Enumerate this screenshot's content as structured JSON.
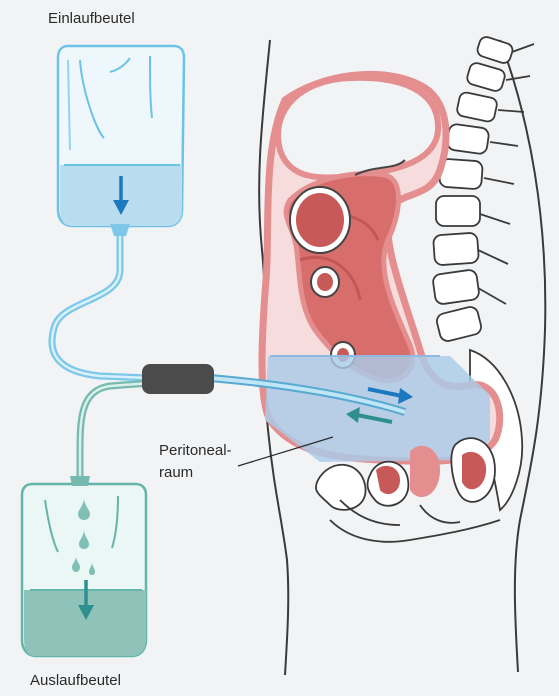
{
  "labels": {
    "inflow_bag": "Einlaufbeutel",
    "outflow_bag": "Auslaufbeutel",
    "cavity_line1": "Peritoneal-",
    "cavity_line2": "raum"
  },
  "colors": {
    "background": "#f1f3f5",
    "bag_outline": "#6cc3e6",
    "bag_fill": "#eef8fc",
    "inflow_fluid": "#b9dcef",
    "inflow_arrow": "#1c78bf",
    "outflow_outline": "#63b5a9",
    "outflow_fluid": "#8fc3b9",
    "outflow_arrow": "#2f8f8e",
    "tube_blue": "#8fd2ee",
    "tube_green": "#7fbfb5",
    "connector": "#4b4b4b",
    "tissue": "#e58e8f",
    "organ": "#c65555",
    "bone": "#ffffff",
    "dialysate": "#a9cbe9"
  }
}
